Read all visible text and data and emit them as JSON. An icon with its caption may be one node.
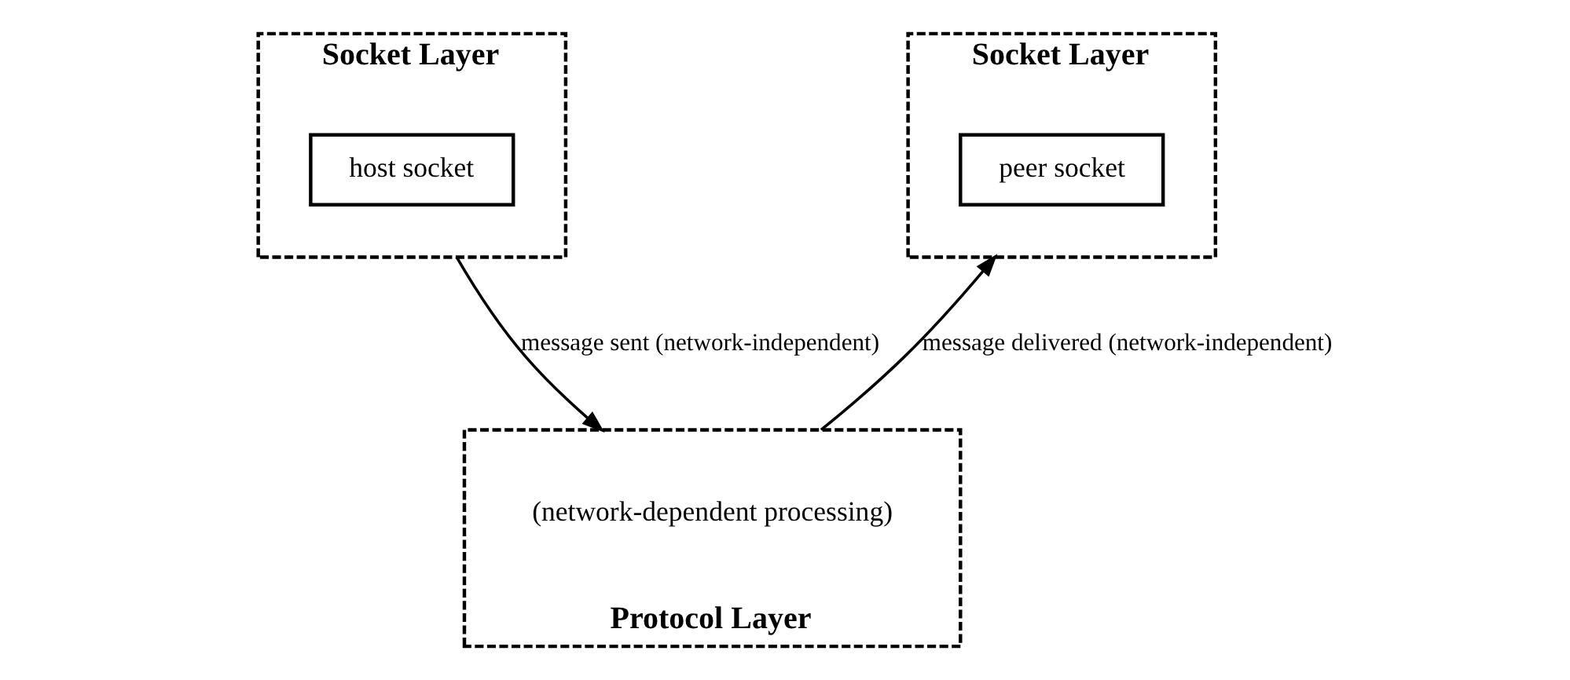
{
  "diagram": {
    "nodes": [
      {
        "text": [
          "Socket Layer"
        ]
      },
      {
        "text": [
          "host socket"
        ],
        "in": 0
      },
      {
        "text": [
          "Socket Layer"
        ]
      },
      {
        "text": [
          "peer socket"
        ],
        "in": 2
      },
      {
        "text": [
          "Protocol Layer"
        ]
      }
    ],
    "edges": [
      {
        "from": 0,
        "to": 4,
        "arrow": "to",
        "label": "message sent (network-independent)"
      },
      {
        "from": 4,
        "to": 2,
        "arrow": "to",
        "label": "message delivered (network-independent)"
      }
    ],
    "labels": [
      "(network-dependent processing)"
    ]
  }
}
